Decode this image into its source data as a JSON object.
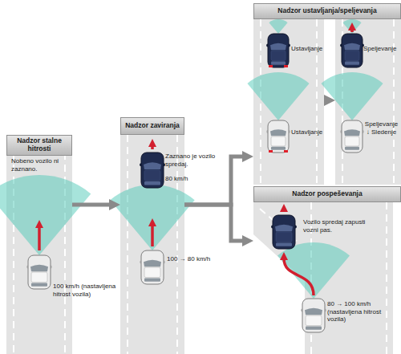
{
  "diagram": {
    "nodes": [
      {
        "text": [
          "Nadzor stalne hitrosti",
          "Nobeno vozilo ni zaznano.",
          "100 km/h (nastavljena hitrost vozila)"
        ]
      },
      {
        "text": [
          "Nadzor zaviranja",
          "Zaznano je vozilo spredaj.",
          "80 km/h",
          "100 → 80 km/h"
        ]
      },
      {
        "text": [
          "Nadzor ustavljanja/speljevanja"
        ]
      },
      {
        "text": [
          "Ustavljanje",
          "Ustavljanje"
        ],
        "in": 2
      },
      {
        "text": [
          "Speljevanje",
          "Speljevanje ↓ Sledenje"
        ],
        "in": 2
      },
      {
        "text": [
          "Nadzor pospeševanja",
          "Vozilo spredaj zapusti vozni pas.",
          "80 → 100 km/h (nastavljena hitrost vozila)"
        ]
      }
    ],
    "edges": [
      {
        "from": 0,
        "to": 1,
        "arrow": "to"
      },
      {
        "from": 1,
        "to": 2,
        "arrow": "to"
      },
      {
        "from": 1,
        "to": 5,
        "arrow": "to"
      },
      {
        "from": 3,
        "to": 4,
        "arrow": "to"
      }
    ]
  }
}
